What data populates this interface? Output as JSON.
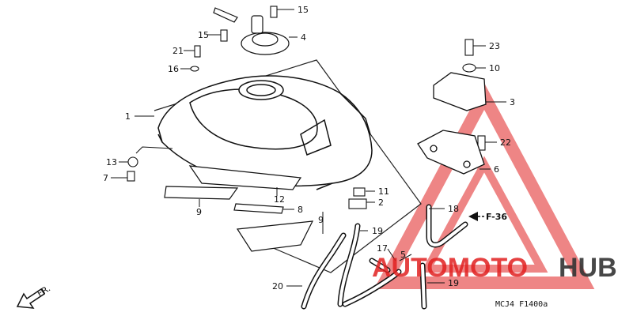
{
  "diagram": {
    "callouts": [
      "1",
      "2",
      "3",
      "4",
      "5",
      "6",
      "7",
      "8",
      "9",
      "9",
      "10",
      "11",
      "12",
      "13",
      "15",
      "15",
      "16",
      "17",
      "18",
      "19",
      "19",
      "20",
      "21",
      "22",
      "23"
    ],
    "reference": "F-36",
    "front_label": "FR.",
    "code": "MCJ4  F1400a"
  },
  "watermark": {
    "part1": "AUTOMOTO",
    "part2": "HUB",
    "color": "#e02020",
    "hub_color": "#333333"
  }
}
